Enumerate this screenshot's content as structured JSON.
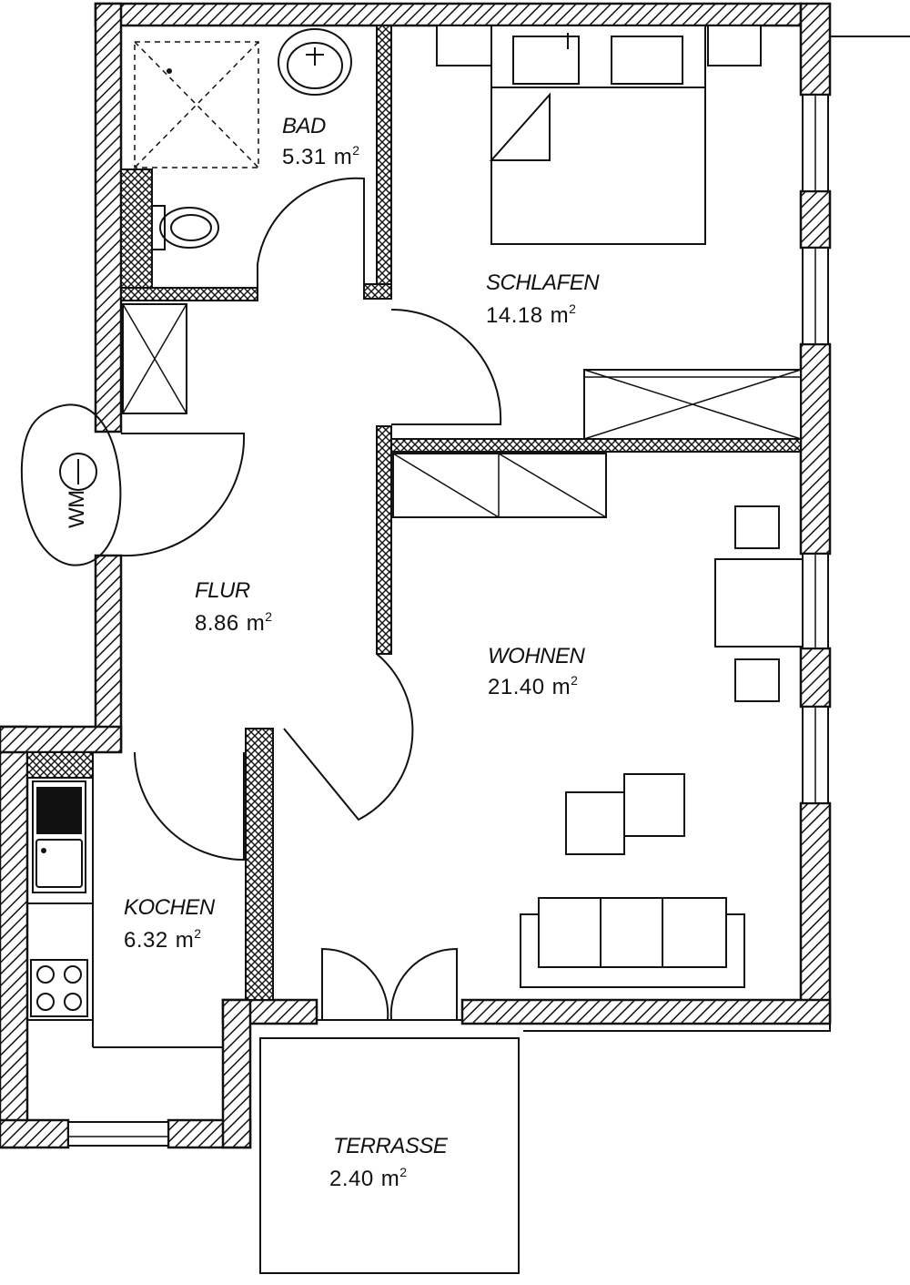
{
  "rooms": {
    "bad": {
      "name": "BAD",
      "area": "5.31",
      "unit": "m"
    },
    "schlafen": {
      "name": "SCHLAFEN",
      "area": "14.18",
      "unit": "m"
    },
    "flur": {
      "name": "FLUR",
      "area": "8.86",
      "unit": "m"
    },
    "wohnen": {
      "name": "WOHNEN",
      "area": "21.40",
      "unit": "m"
    },
    "kochen": {
      "name": "KOCHEN",
      "area": "6.32",
      "unit": "m"
    },
    "terrasse": {
      "name": "TERRASSE",
      "area": "2.40",
      "unit": "m"
    }
  },
  "area_exponent": "2",
  "symbols": {
    "wm": "WM",
    "icons": [
      "washing-machine-icon",
      "shower-icon",
      "washbasin-icon",
      "toilet-icon",
      "bed-icon",
      "wardrobe-icon",
      "stove-icon",
      "sink-icon",
      "sofa-icon",
      "table-icon",
      "chair-icon"
    ]
  },
  "colors": {
    "ink": "#111111",
    "paper": "#ffffff"
  }
}
